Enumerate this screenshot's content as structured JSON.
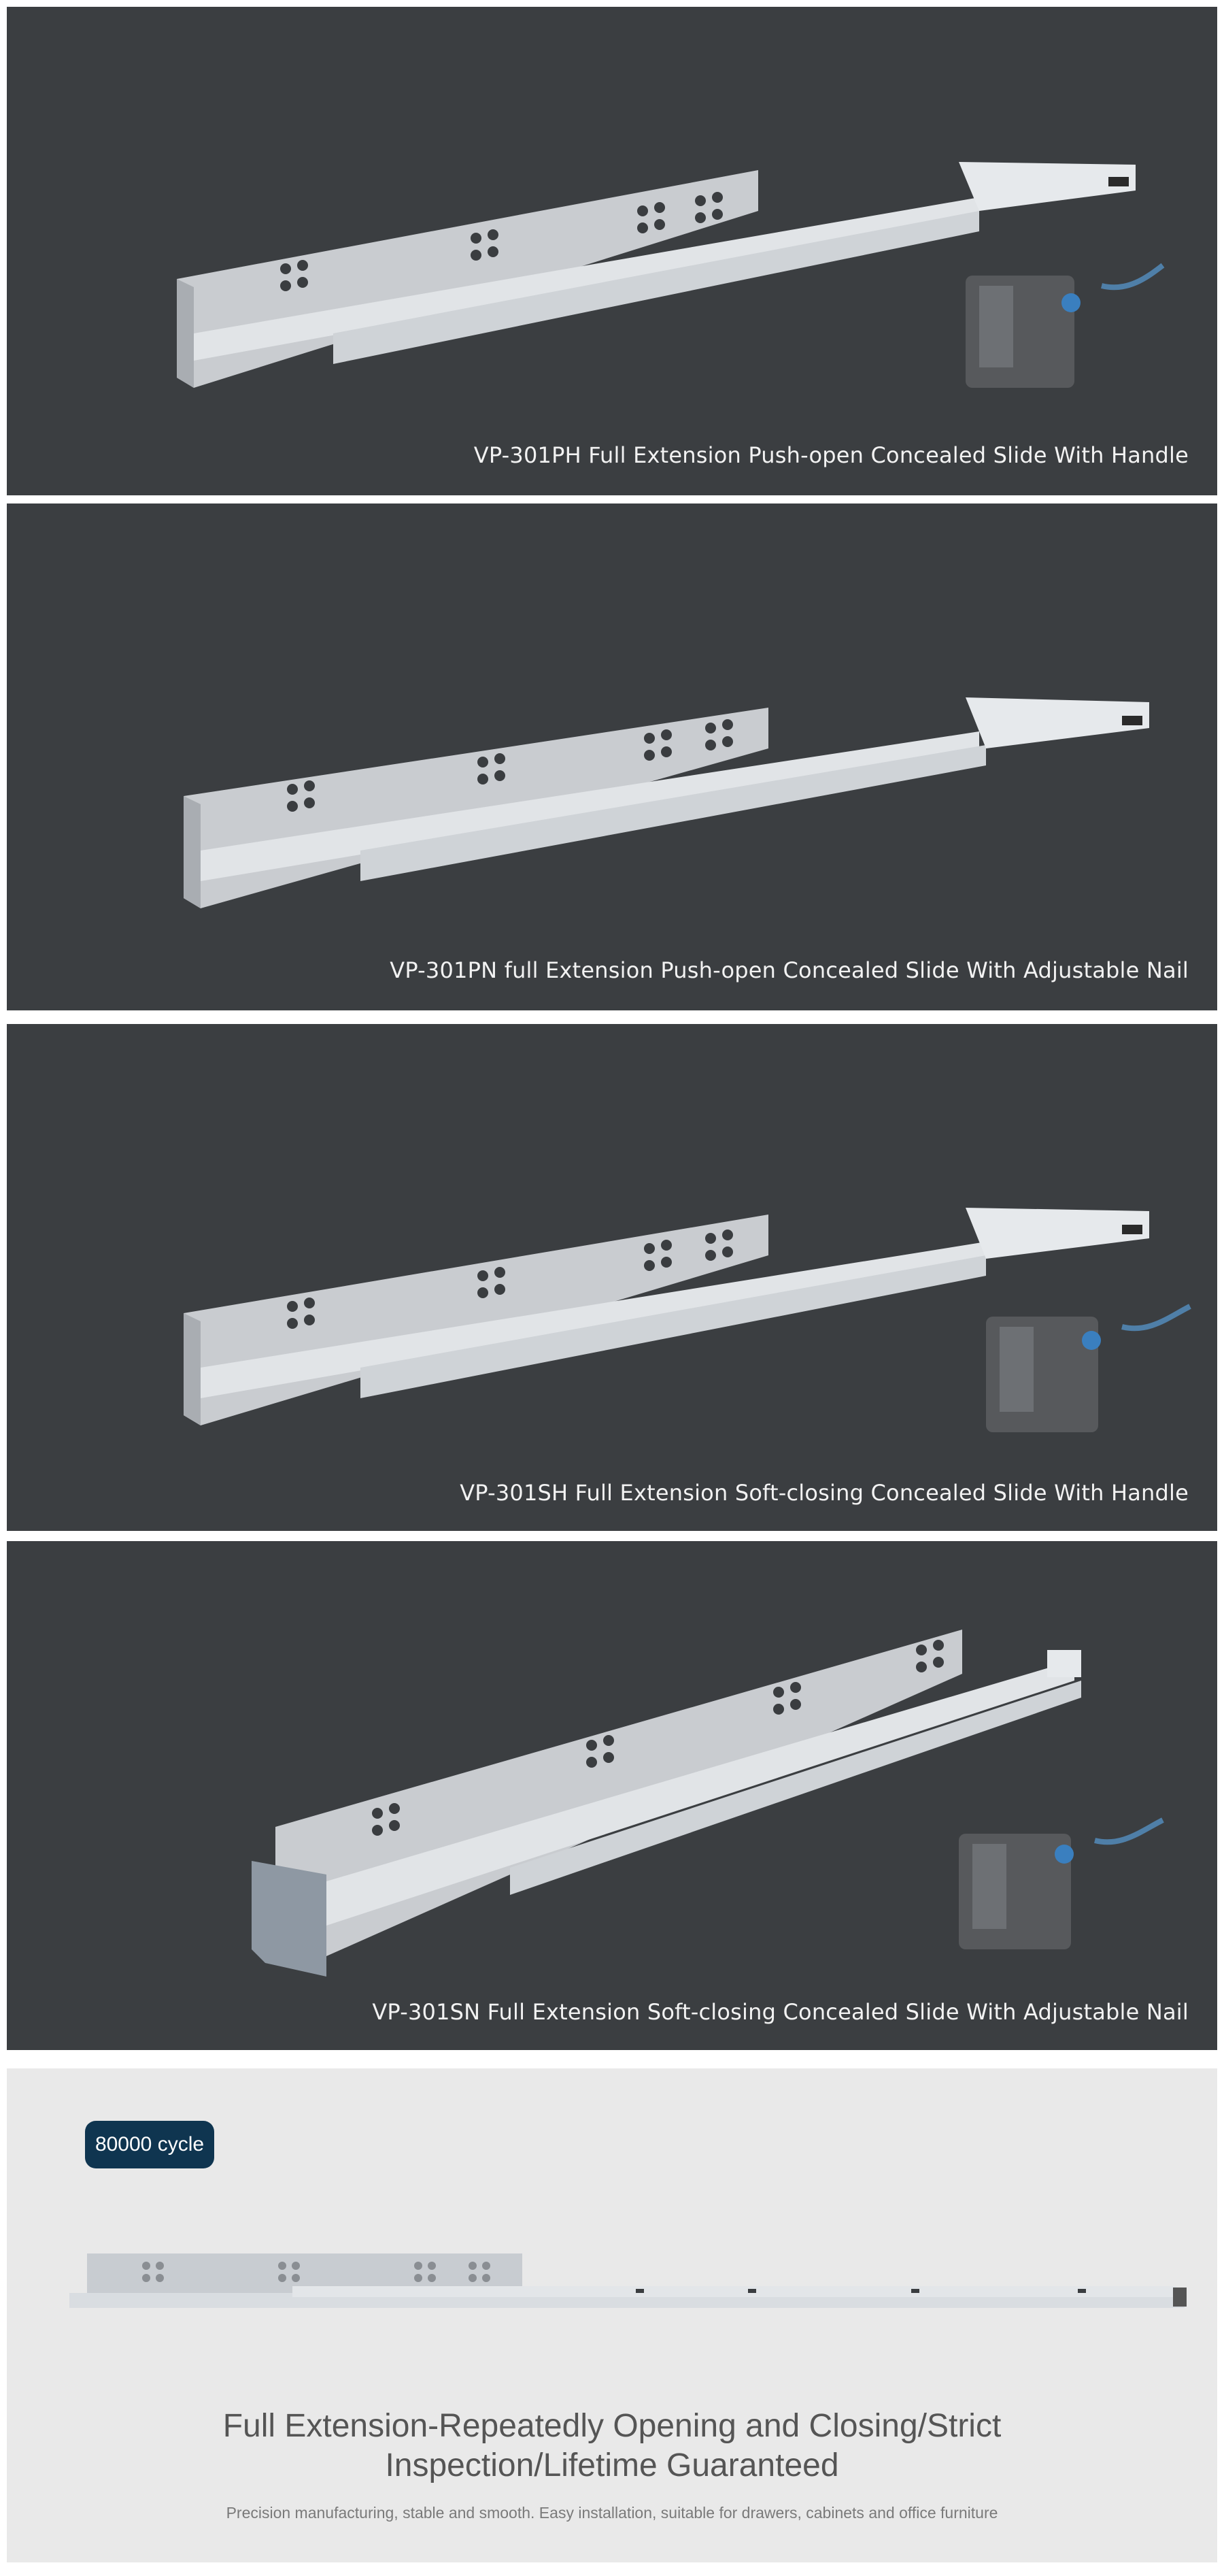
{
  "products": [
    {
      "caption": "VP-301PH Full Extension Push-open Concealed Slide With Handle"
    },
    {
      "caption": "VP-301PN full Extension Push-open Concealed Slide With Adjustable Nail"
    },
    {
      "caption": "VP-301SH Full Extension Soft-closing Concealed Slide With Handle"
    },
    {
      "caption": "VP-301SN Full Extension Soft-closing Concealed Slide With  Adjustable Nail"
    }
  ],
  "feature": {
    "badge": "80000 cycle",
    "headline_line1": "Full Extension-Repeatedly Opening and Closing/Strict",
    "headline_line2": "Inspection/Lifetime Guaranteed",
    "subline": "Precision manufacturing, stable and smooth. Easy installation, suitable for drawers, cabinets and office furniture"
  },
  "colors": {
    "panel_dark": "#3b3e41",
    "panel_light": "#e9e9e9",
    "badge": "#0f3550",
    "metal": "#d4d8dc"
  }
}
